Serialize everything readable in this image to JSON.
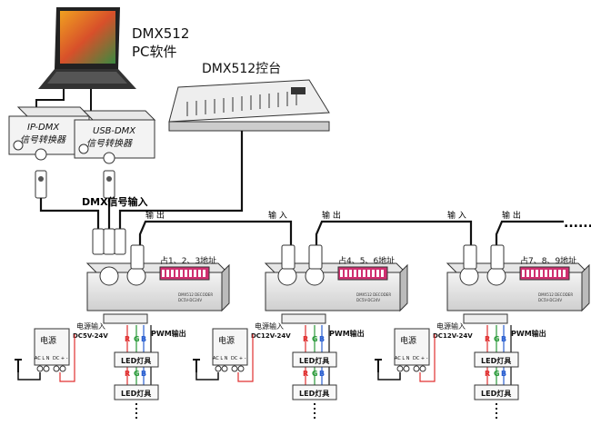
{
  "title": {
    "software_line1": "DMX512",
    "software_line2": "PC软件",
    "console": "DMX512控台"
  },
  "converters": [
    {
      "line1": "IP-DMX",
      "line2": "信号转换器"
    },
    {
      "line1": "USB-DMX",
      "line2": "信号转换器"
    }
  ],
  "dmx_signal_input": "DMX信号输入",
  "labels": {
    "output": "输 出",
    "input": "输 入",
    "pwm_output": "PWM输出",
    "power_input": "电源输入",
    "power_supply": "电源",
    "led_lamp": "LED灯具",
    "ac_l_n": "AC L N",
    "dc_pm": "DC + -"
  },
  "decoders": [
    {
      "address": "占1、2、3地址",
      "voltage": "DC5V-24V",
      "model": "DMX512 DECODER",
      "model_sub": "DC5V-DC24V"
    },
    {
      "address": "占4、5、6地址",
      "voltage": "DC12V-24V",
      "model": "DMX512 DECODER",
      "model_sub": "DC5V-DC24V"
    },
    {
      "address": "占7、8、9地址",
      "voltage": "DC12V-24V",
      "model": "DMX512 DECODER",
      "model_sub": "DC5V-DC24V"
    }
  ],
  "rgb": [
    "R",
    "G",
    "B"
  ],
  "colors": {
    "dmx_label": "#d62020",
    "cable": "#111111",
    "rgb_r": "#e03030",
    "rgb_g": "#2a9a3a",
    "rgb_b": "#2a5fd0"
  },
  "continuation": "......"
}
